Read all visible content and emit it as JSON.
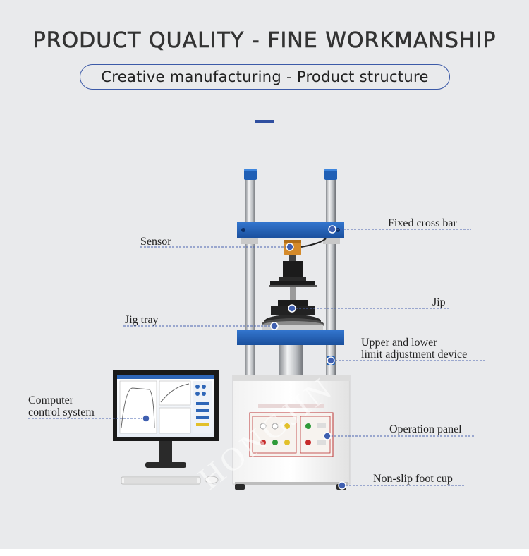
{
  "header": {
    "title": "PRODUCT QUALITY - FINE WORKMANSHIP",
    "subtitle": "Creative manufacturing - Product structure"
  },
  "watermark": "HONGJIN",
  "callouts": {
    "fixed_cross_bar": "Fixed cross bar",
    "sensor": "Sensor",
    "jip": "Jip",
    "jig_tray": "Jig tray",
    "limit_line1": "Upper and lower",
    "limit_line2": "limit adjustment device",
    "computer_line1": "Computer",
    "computer_line2": "control system",
    "operation_panel": "Operation panel",
    "foot_cup": "Non-slip foot cup"
  },
  "colors": {
    "background": "#e9eaec",
    "accent_blue": "#2f4fa0",
    "machine_blue": "#1f5fb5",
    "callout_dot": "#3f5fb0"
  }
}
